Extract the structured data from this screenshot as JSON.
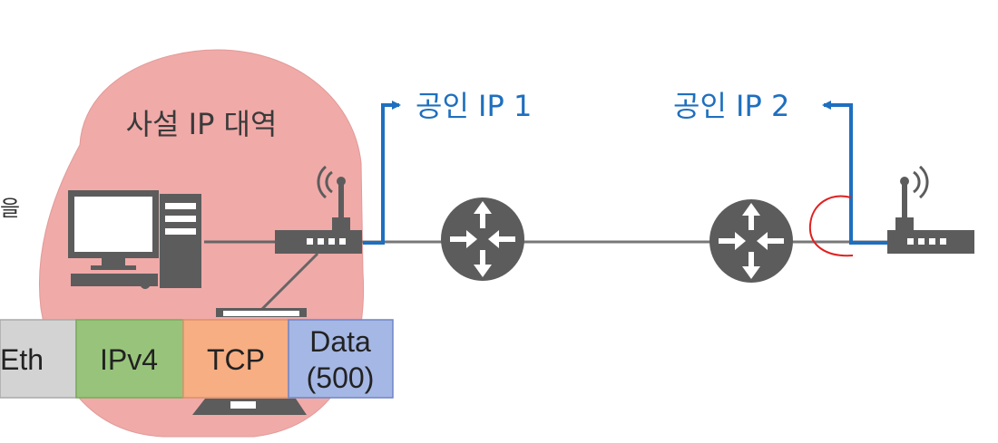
{
  "diagram": {
    "private_zone_label": "사설 IP 대역",
    "public_ip_1_label": "공인 IP 1",
    "public_ip_2_label": "공인 IP 2",
    "cut_off_text": "을",
    "packet": {
      "eth": "Eth",
      "ipv4": "IPv4",
      "tcp": "TCP",
      "data_line1": "Data",
      "data_line2": "(500)"
    }
  },
  "colors": {
    "private_zone": "#f0aaa8",
    "device_gray": "#5c5c5c",
    "link_blue": "#1e6fbf",
    "annotation_red": "#e02020",
    "eth_bg": "#d3d3d3",
    "ipv4_bg": "#97c47a",
    "tcp_bg": "#f7ae83",
    "data_bg": "#a5b7e4"
  },
  "icons": {
    "computer": "desktop-computer-icon",
    "laptop": "laptop-icon",
    "home_router": "wireless-router-icon",
    "remote_router": "wireless-router-icon",
    "isp_router": "router-icon"
  }
}
